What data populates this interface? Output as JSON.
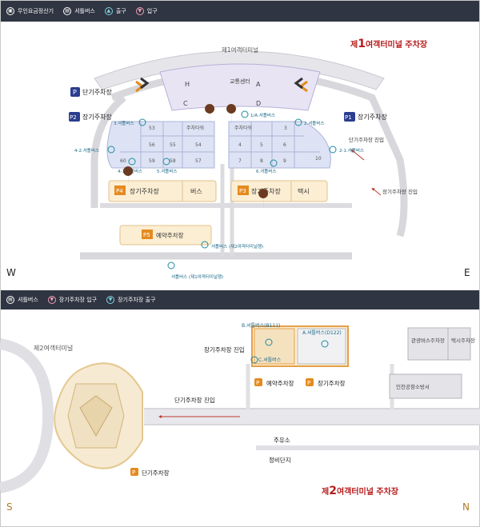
{
  "legend_top": [
    {
      "label": "무인요금정산기",
      "icon": "kiosk-icon"
    },
    {
      "label": "셔틀버스",
      "icon": "bus-icon"
    },
    {
      "label": "출구",
      "icon": "exit-icon"
    },
    {
      "label": "입구",
      "icon": "entrance-icon"
    }
  ],
  "legend_bottom": [
    {
      "label": "셔틀버스",
      "icon": "bus-icon"
    },
    {
      "label": "장기주차장 입구",
      "icon": "entrance-pin-icon"
    },
    {
      "label": "장기주차장 출구",
      "icon": "exit-pin-icon"
    }
  ],
  "t1": {
    "title_prefix": "제",
    "title_num": "1",
    "title_rest": "여객터미널 주차장",
    "terminal_label": "제1여객터미널",
    "transport_center": "교통센터",
    "zones": {
      "h": "H",
      "a": "A",
      "c": "C",
      "d": "D"
    },
    "short_term": "단기주차장",
    "p1": {
      "badge": "P1",
      "label": "장기주차장"
    },
    "p2": {
      "badge": "P2",
      "label": "장기주차장"
    },
    "p3": {
      "badge": "P3",
      "label": "장기주차장",
      "side": "택시"
    },
    "p4": {
      "badge": "P4",
      "label": "장기주차장",
      "side": "버스"
    },
    "p5": {
      "badge": "P5",
      "label": "예약주차장"
    },
    "parking_tower": "주차타워",
    "parking_tower_2": "주차타워",
    "short_entry": "단기주차장 진입",
    "long_entry": "장기주차장 진입",
    "shuttles": {
      "s3": "3.셔틀버스",
      "s1": "1/A.셔틀버스",
      "s2": "2.셔틀버스",
      "s42": "4-2.셔틀버스",
      "s41": "4-1.셔틀버스",
      "s5": "5.셔틀버스",
      "s6": "6.셔틀버스",
      "s21": "2-1.셔틀버스",
      "t2a": "셔틀버스 (제2여객터미널행)",
      "t2b": "셔틀버스 (제1여객터미널행)"
    },
    "zone_west": [
      "53",
      "56",
      "55",
      "54",
      "59",
      "58",
      "57",
      "60"
    ],
    "zone_east": [
      "3",
      "4",
      "5",
      "6",
      "7",
      "8",
      "9",
      "10"
    ],
    "west": "W",
    "east": "E"
  },
  "t2": {
    "title_prefix": "제",
    "title_num": "2",
    "title_rest": "여객터미널 주차장",
    "terminal_label": "제2여객터미널",
    "short_term": "단기주차장",
    "short_entry": "단기주차장 진입",
    "long_entry": "장기주차장 진입",
    "reservation": "예약주차장",
    "long_term": "장기주차장",
    "shuttle_b": "B.셔틀버스(B111)",
    "shuttle_a": "A.셔틀버스(D122)",
    "shuttle_c": "C.셔틀버스",
    "tour_bus": "관광버스주차장",
    "taxi": "택시주차장",
    "customs": "인천공항소방서",
    "gas": "주유소",
    "maintenance": "정비단지",
    "south": "S",
    "north": "N"
  },
  "colors": {
    "title_red": "#b71c1c",
    "badge_blue": "#2c3e8f",
    "badge_orange": "#e58a1f",
    "shuttle_teal": "#1c8aa0",
    "pin_brown": "#6b3a20"
  }
}
